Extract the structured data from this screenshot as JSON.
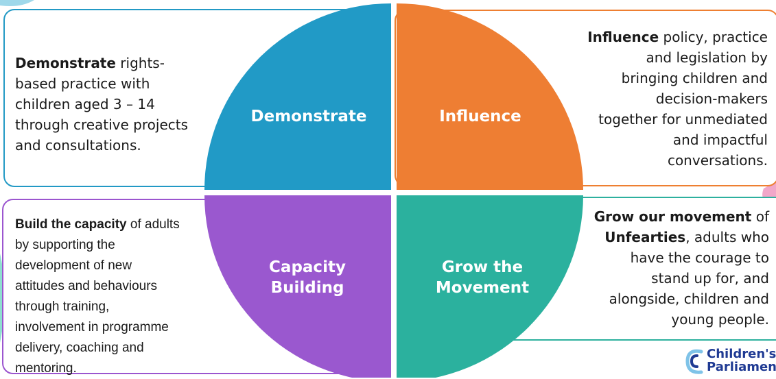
{
  "quadrants": [
    {
      "label": "Demonstrate",
      "color": "#219ac6"
    },
    {
      "label": "Influence",
      "color": "#ee7e33"
    },
    {
      "label_line1": "Capacity",
      "label_line2": "Building",
      "color": "#9a58cf"
    },
    {
      "label_line1": "Grow the",
      "label_line2": "Movement",
      "color": "#2bb19e"
    }
  ],
  "descriptions": {
    "top_left": {
      "bold": "Demonstrate",
      "rest_line1": " rights-",
      "lines": [
        "based practice with",
        "children aged 3 – 14",
        "through creative projects",
        "and consultations."
      ]
    },
    "top_right": {
      "bold": "Influence",
      "rest_line1": " policy, practice",
      "lines": [
        "and legislation by",
        "bringing children and",
        "decision-makers",
        "together for unmediated",
        "and impactful",
        "conversations."
      ]
    },
    "bottom_left": {
      "bold": "Build the capacity",
      "rest_line1": " of adults",
      "lines": [
        "by supporting the",
        "development of new",
        "attitudes and behaviours",
        "through training,",
        "involvement in programme",
        "delivery, coaching and",
        "mentoring."
      ]
    },
    "bottom_right": {
      "bold1": "Grow our movement",
      "rest_line1": " of",
      "bold2": "Unfearties",
      "rest_line2": ", adults who",
      "lines": [
        "have the courage to",
        "stand up for, and",
        "alongside, children and",
        "young people."
      ]
    }
  },
  "logo": {
    "line1": "Children's",
    "line2": "Parliamen"
  }
}
